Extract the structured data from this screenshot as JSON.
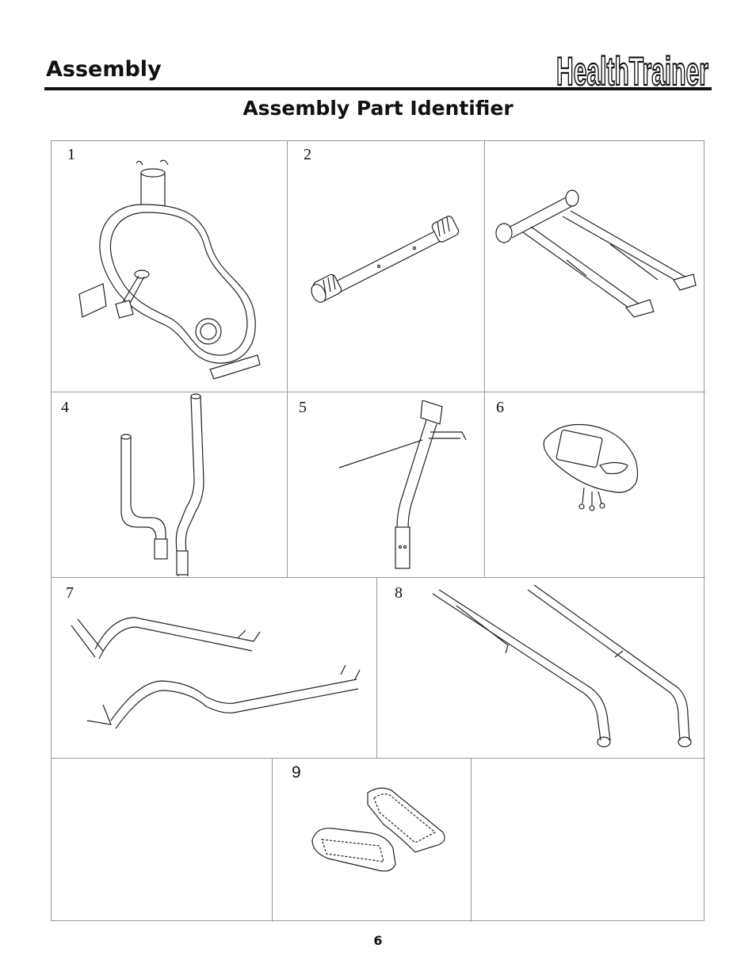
{
  "header": {
    "section_title": "Assembly",
    "brand_logo": "HealthTrainer"
  },
  "page_heading": "Assembly Part Identifier",
  "parts": [
    {
      "label": "1",
      "icon": "main-frame-drawing"
    },
    {
      "label": "2",
      "icon": "front-stabilizer-drawing"
    },
    {
      "label": "",
      "icon": "rear-rail-frame-drawing"
    },
    {
      "label": "4",
      "icon": "handlebar-posts-drawing"
    },
    {
      "label": "5",
      "icon": "console-mast-drawing"
    },
    {
      "label": "6",
      "icon": "console-drawing"
    },
    {
      "label": "7",
      "icon": "pedal-arms-drawing"
    },
    {
      "label": "8",
      "icon": "upper-handlebars-drawing"
    },
    {
      "label": "",
      "icon": ""
    },
    {
      "label": "9",
      "icon": "foot-pedals-drawing"
    },
    {
      "label": "",
      "icon": ""
    }
  ],
  "footer": {
    "page_number": "6"
  }
}
